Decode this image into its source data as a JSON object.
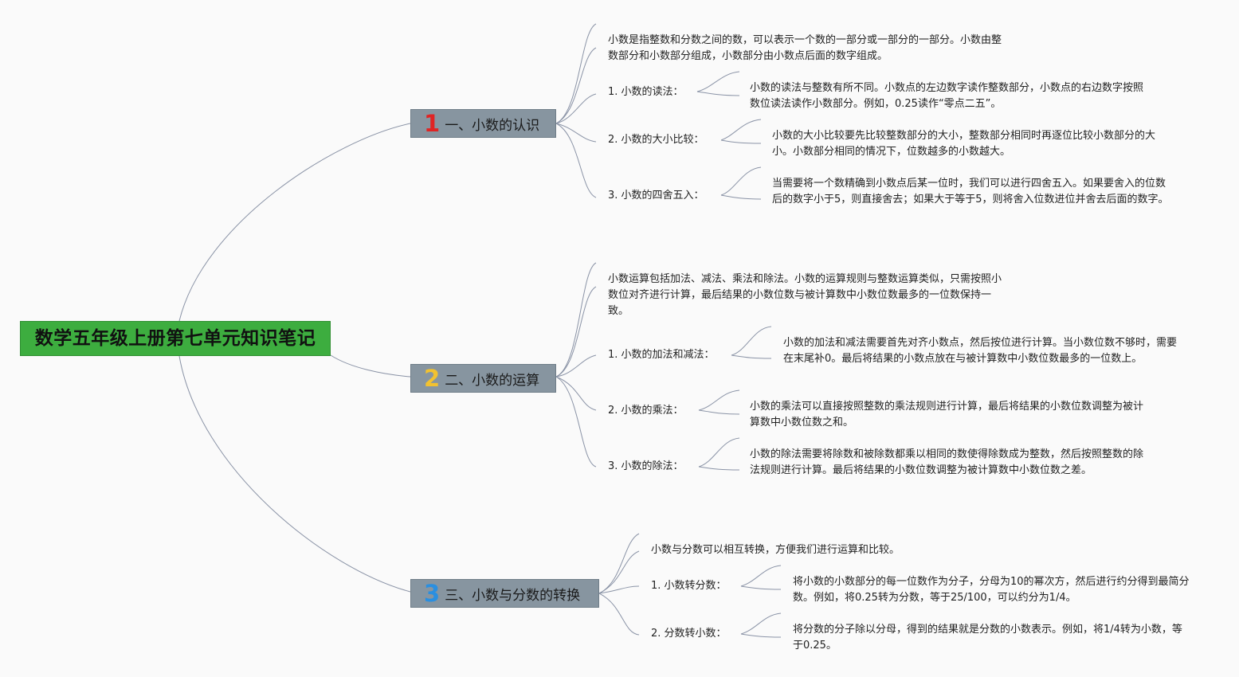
{
  "root": {
    "title": "数学五年级上册第七单元知识笔记"
  },
  "branches": [
    {
      "num": "1",
      "num_color": "#e02424",
      "title": "一、小数的认识",
      "intro": "小数是指整数和分数之间的数，可以表示一个数的一部分或一部分的一部分。小数由整数部分和小数部分组成，小数部分由小数点后面的数字组成。",
      "items": [
        {
          "label": "1. 小数的读法：",
          "detail": "小数的读法与整数有所不同。小数点的左边数字读作整数部分，小数点的右边数字按照数位读法读作小数部分。例如，0.25读作“零点二五”。"
        },
        {
          "label": "2. 小数的大小比较：",
          "detail": "小数的大小比较要先比较整数部分的大小，整数部分相同时再逐位比较小数部分的大小。小数部分相同的情况下，位数越多的小数越大。"
        },
        {
          "label": "3. 小数的四舍五入：",
          "detail": "当需要将一个数精确到小数点后某一位时，我们可以进行四舍五入。如果要舍入的位数后的数字小于5，则直接舍去；如果大于等于5，则将舍入位数进位并舍去后面的数字。"
        }
      ]
    },
    {
      "num": "2",
      "num_color": "#f2c230",
      "title": "二、小数的运算",
      "intro": "小数运算包括加法、减法、乘法和除法。小数的运算规则与整数运算类似，只需按照小数位对齐进行计算，最后结果的小数位数与被计算数中小数位数最多的一位数保持一致。",
      "items": [
        {
          "label": "1. 小数的加法和减法：",
          "detail": "小数的加法和减法需要首先对齐小数点，然后按位进行计算。当小数位数不够时，需要在末尾补0。最后将结果的小数点放在与被计算数中小数位数最多的一位数上。"
        },
        {
          "label": "2. 小数的乘法：",
          "detail": "小数的乘法可以直接按照整数的乘法规则进行计算，最后将结果的小数位数调整为被计算数中小数位数之和。"
        },
        {
          "label": "3. 小数的除法：",
          "detail": "小数的除法需要将除数和被除数都乘以相同的数使得除数成为整数，然后按照整数的除法规则进行计算。最后将结果的小数位数调整为被计算数中小数位数之差。"
        }
      ]
    },
    {
      "num": "3",
      "num_color": "#2a8fe0",
      "title": "三、小数与分数的转换",
      "intro": "小数与分数可以相互转换，方便我们进行运算和比较。",
      "items": [
        {
          "label": "1. 小数转分数：",
          "detail": "将小数的小数部分的每一位数作为分子，分母为10的幂次方，然后进行约分得到最简分数。例如，将0.25转为分数，等于25/100，可以约分为1/4。"
        },
        {
          "label": "2. 分数转小数：",
          "detail": "将分数的分子除以分母，得到的结果就是分数的小数表示。例如，将1/4转为小数，等于0.25。"
        }
      ]
    }
  ],
  "colors": {
    "line": "#8a93a6",
    "root_bg": "#3dad3f",
    "branch_bg": "#8795a0"
  }
}
